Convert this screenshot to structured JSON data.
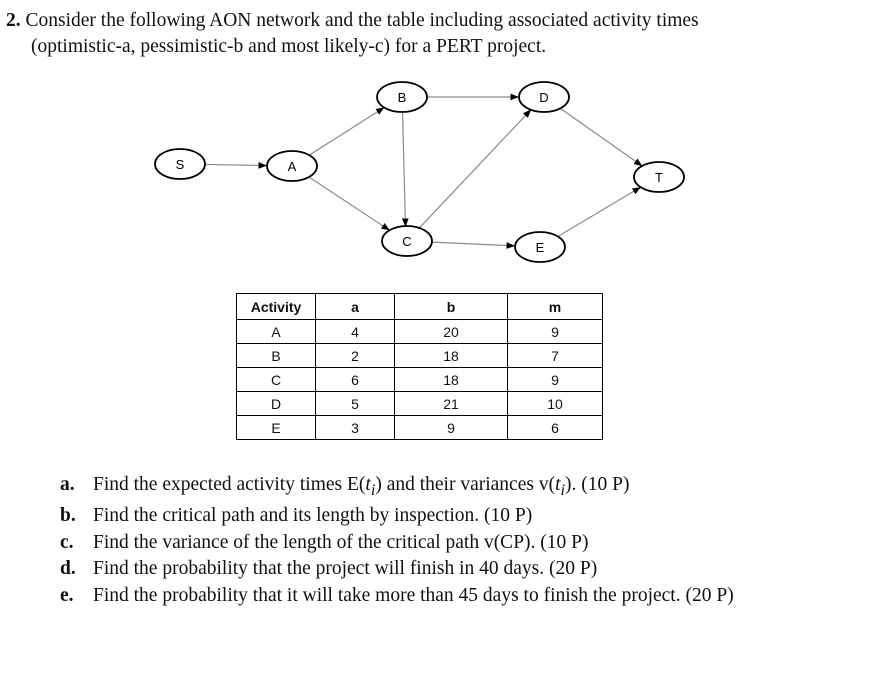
{
  "question": {
    "number": "2.",
    "line1": "Consider the following AON network and the table including associated activity times",
    "line2": "(optimistic-a, pessimistic-b and most likely-c) for a PERT project."
  },
  "network": {
    "nodes": [
      {
        "id": "S",
        "label": "S"
      },
      {
        "id": "A",
        "label": "A"
      },
      {
        "id": "B",
        "label": "B"
      },
      {
        "id": "C",
        "label": "C"
      },
      {
        "id": "D",
        "label": "D"
      },
      {
        "id": "E",
        "label": "E"
      },
      {
        "id": "T",
        "label": "T"
      }
    ],
    "edges": [
      [
        "S",
        "A"
      ],
      [
        "A",
        "B"
      ],
      [
        "A",
        "C"
      ],
      [
        "B",
        "C"
      ],
      [
        "B",
        "D"
      ],
      [
        "C",
        "D"
      ],
      [
        "C",
        "E"
      ],
      [
        "D",
        "T"
      ],
      [
        "E",
        "T"
      ]
    ]
  },
  "table": {
    "headers": [
      "Activity",
      "a",
      "b",
      "m"
    ],
    "rows": [
      [
        "A",
        "4",
        "20",
        "9"
      ],
      [
        "B",
        "2",
        "18",
        "7"
      ],
      [
        "C",
        "6",
        "18",
        "9"
      ],
      [
        "D",
        "5",
        "21",
        "10"
      ],
      [
        "E",
        "3",
        "9",
        "6"
      ]
    ]
  },
  "parts": [
    {
      "label": "a.",
      "text_pre": "Find the expected activity times E(",
      "var1": "t",
      "sub1": "i",
      "text_mid": ") and their variances v(",
      "var2": "t",
      "sub2": "i",
      "text_post": "). (10 P)"
    },
    {
      "label": "b.",
      "text": "Find the critical path and its length by inspection. (10 P)"
    },
    {
      "label": "c.",
      "text": "Find the variance of the length of the critical path v(CP). (10 P)"
    },
    {
      "label": "d.",
      "text": "Find the probability that the project will finish in 40 days. (20 P)"
    },
    {
      "label": "e.",
      "text": "Find the probability that it will take more than 45 days to finish the project. (20 P)"
    }
  ]
}
